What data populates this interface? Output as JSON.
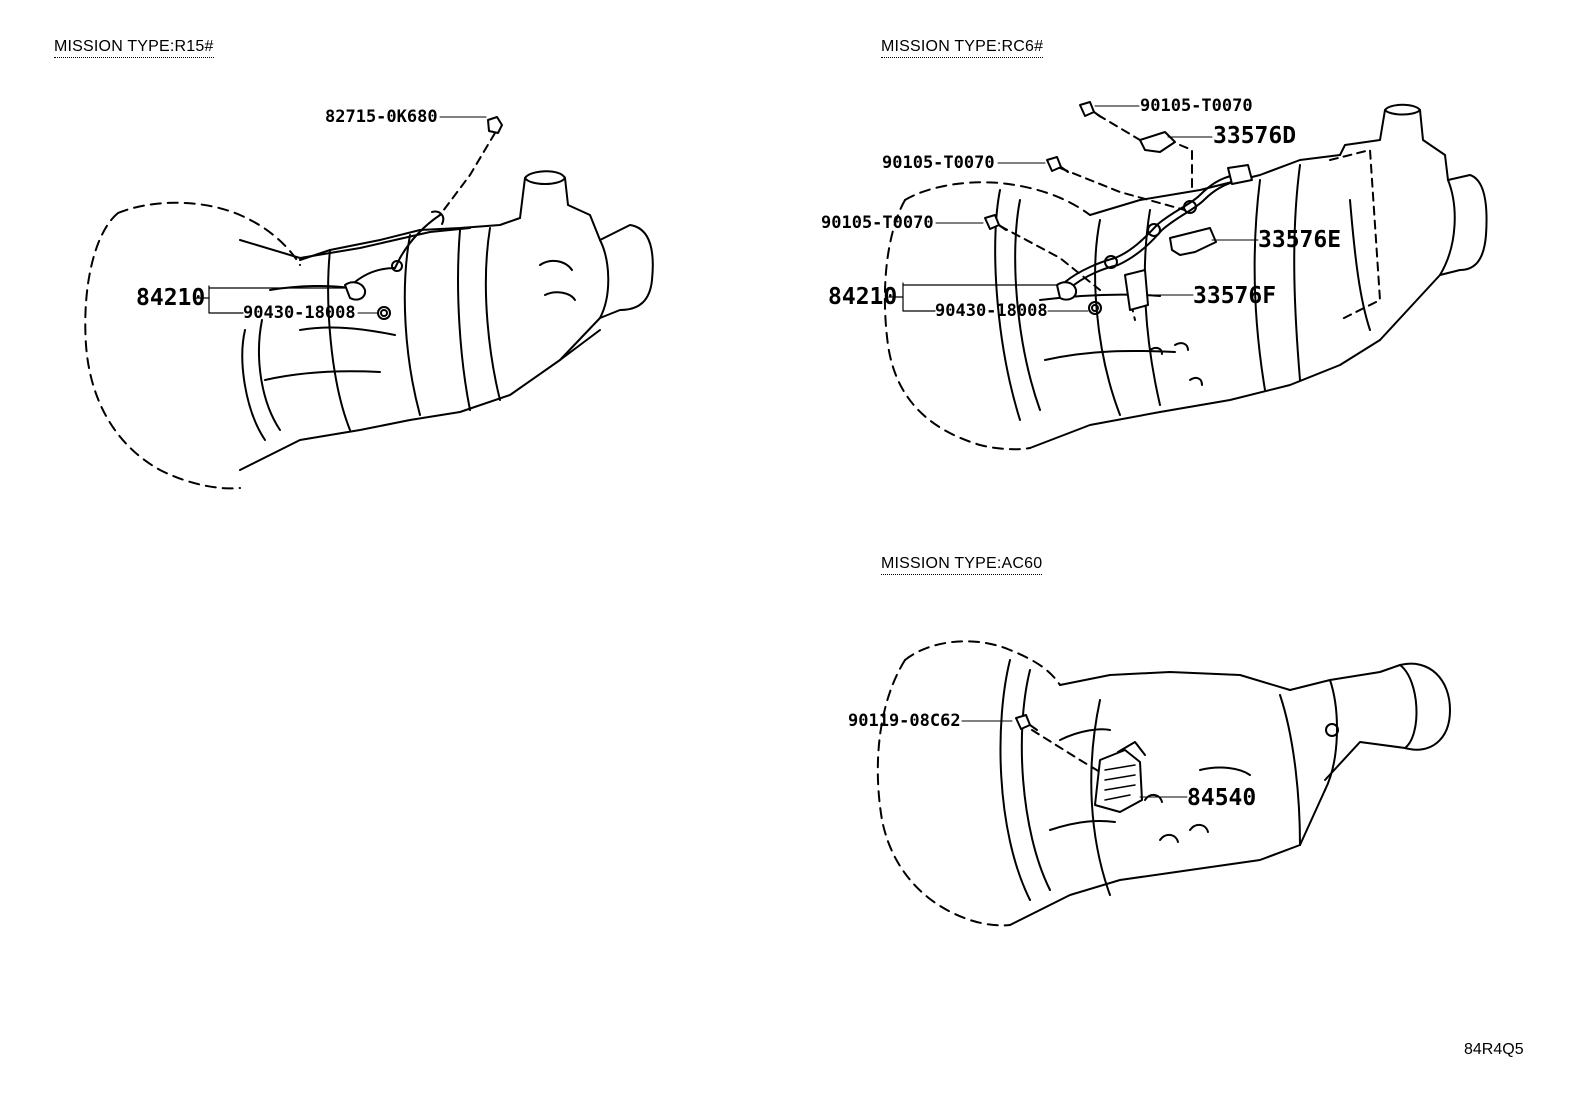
{
  "sections": {
    "r15": {
      "title": "MISSION TYPE:R15#",
      "parts": {
        "p82715": "82715-0K680",
        "p84210": "84210",
        "p90430": "90430-18008"
      }
    },
    "rc6": {
      "title": "MISSION TYPE:RC6#",
      "parts": {
        "p90105_a": "90105-T0070",
        "p33576d": "33576D",
        "p90105_b": "90105-T0070",
        "p90105_c": "90105-T0070",
        "p33576e": "33576E",
        "p84210": "84210",
        "p33576f": "33576F",
        "p90430": "90430-18008"
      }
    },
    "ac60": {
      "title": "MISSION TYPE:AC60",
      "parts": {
        "p90119": "90119-08C62",
        "p84540": "84540"
      }
    }
  },
  "diagram_code": "84R4Q5"
}
